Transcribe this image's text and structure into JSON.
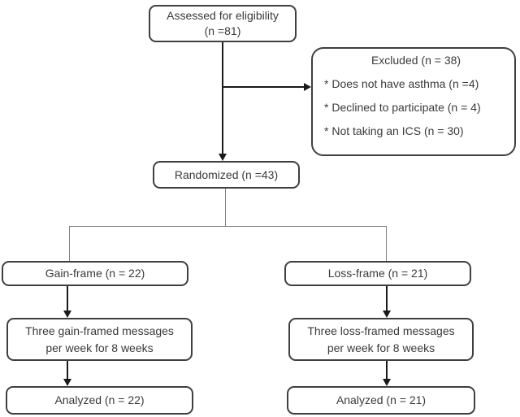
{
  "flowchart": {
    "assessed": {
      "line1": "Assessed for eligibility",
      "line2": "(n =81)"
    },
    "excluded": {
      "title": "Excluded (n = 38)",
      "items": [
        "* Does not have asthma (n =4)",
        "* Declined to participate (n = 4)",
        "* Not taking an ICS (n = 30)"
      ]
    },
    "randomized": {
      "label": "Randomized (n =43)"
    },
    "gain_frame": {
      "label": "Gain-frame (n = 22)"
    },
    "loss_frame": {
      "label": "Loss-frame (n = 21)"
    },
    "gain_messages": {
      "line1": "Three gain-framed messages",
      "line2": "per week for 8 weeks"
    },
    "loss_messages": {
      "line1": "Three loss-framed messages",
      "line2": "per week for 8 weeks"
    },
    "analyzed_gain": {
      "label": "Analyzed (n = 22)"
    },
    "analyzed_loss": {
      "label": "Analyzed (n = 21)"
    },
    "colors": {
      "box_border": "#3f3f3f",
      "text": "#3a3a3a",
      "arrow": "#1a1a1a",
      "branch_line": "#808080",
      "background": "#ffffff"
    }
  }
}
